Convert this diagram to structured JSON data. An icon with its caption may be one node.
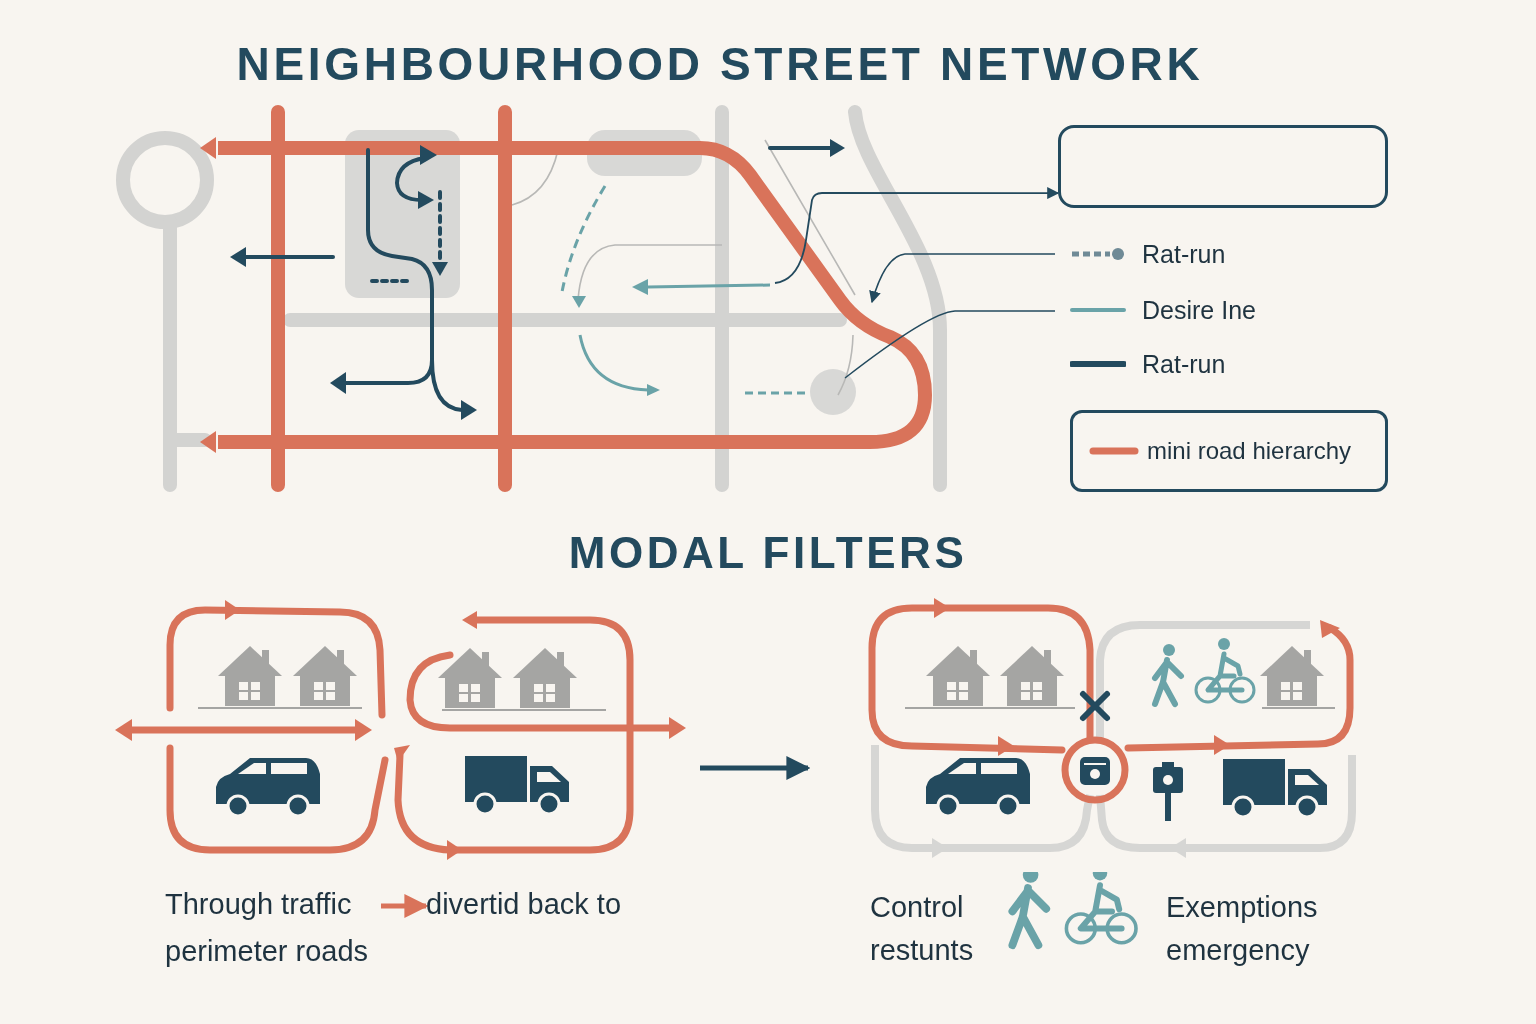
{
  "diagram": {
    "title": "NEIGHBOURHOOD STREET NETWORK",
    "nodes": [
      {
        "text": [],
        "shape": "box"
      },
      {
        "text": [
          "mini road hierarchy"
        ]
      },
      {
        "text": [],
        "shape": "picture"
      },
      {
        "text": [],
        "shape": "picture"
      },
      {
        "text": [
          "Through traffic"
        ]
      },
      {
        "text": [
          "divertid back to"
        ]
      }
    ],
    "edges": [
      {
        "from": null,
        "to": 0,
        "arrow": "to"
      },
      {
        "from": 2,
        "to": 3,
        "arrow": "to"
      },
      {
        "from": 4,
        "to": 5,
        "arrow": "to",
        "color": "#d9735a"
      }
    ],
    "labels": [
      "MODAL FILTERS",
      "perimeter roads",
      "Control restunts",
      "Exemptions emergency"
    ],
    "legend": [
      {
        "text": "Rat-run"
      },
      {
        "text": "Desire Ine"
      },
      {
        "text": "Rat-run"
      }
    ]
  }
}
